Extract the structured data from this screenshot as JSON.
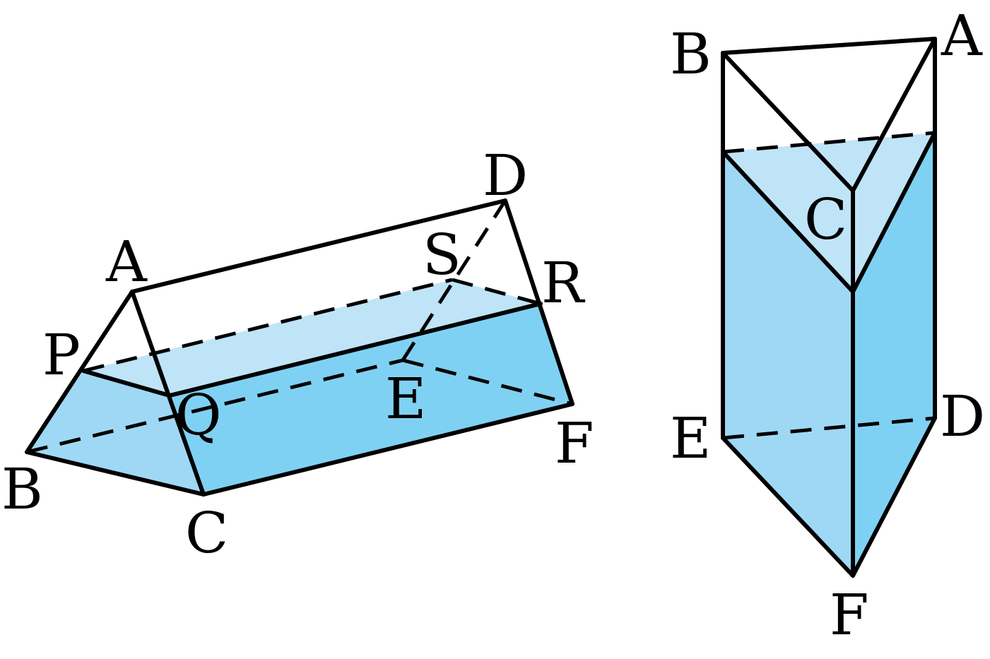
{
  "colors": {
    "water_surface": "#bfe4f8",
    "water_front": "#9fd8f5",
    "water_side": "#7fd1f3",
    "edge": "#000000"
  },
  "left_prism": {
    "labels": {
      "A": "A",
      "B": "B",
      "C": "C",
      "D": "D",
      "E": "E",
      "F": "F",
      "P": "P",
      "Q": "Q",
      "R": "R",
      "S": "S"
    }
  },
  "right_prism": {
    "labels": {
      "A": "A",
      "B": "B",
      "C": "C",
      "D": "D",
      "E": "E",
      "F": "F"
    }
  }
}
